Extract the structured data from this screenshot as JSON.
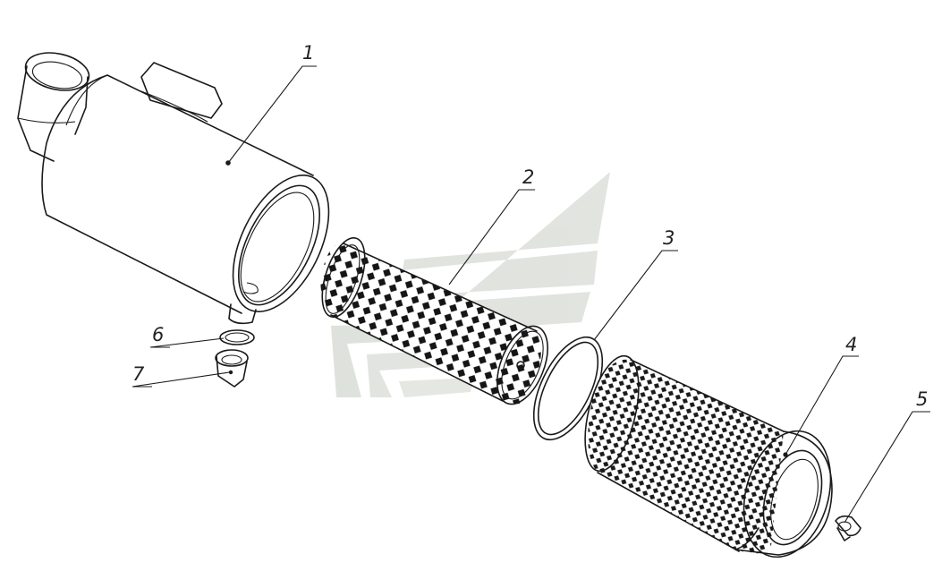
{
  "callouts": {
    "c1": "1",
    "c2": "2",
    "c3": "3",
    "c4": "4",
    "c5": "5",
    "c6": "6",
    "c7": "7"
  },
  "watermark": {
    "icon": "stylized-eagle-logo-watermark",
    "color": "#d9ddd6"
  }
}
